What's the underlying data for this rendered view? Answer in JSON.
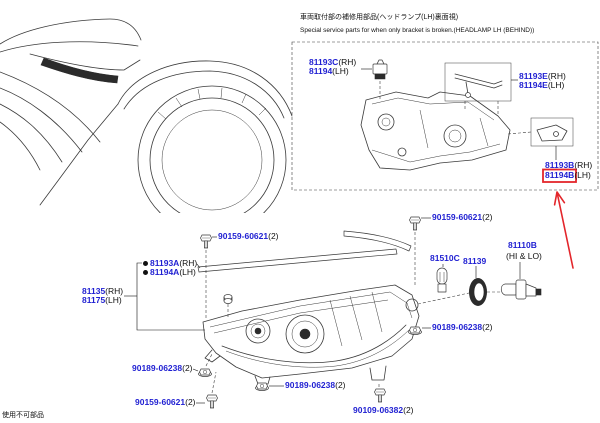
{
  "header": {
    "title_jp": "車両取付部の補修用部品(ヘッドランプ(LH)裏面視)",
    "title_en": "Special service parts for when only bracket is broken.(HEADLAMP LH (BEHIND))"
  },
  "callouts": [
    {
      "code": "81193C",
      "suffix": "(RH)"
    },
    {
      "code": "81194",
      "suffix": "(LH)"
    },
    {
      "code": "81193E",
      "suffix": "(RH)"
    },
    {
      "code": "81194E",
      "suffix": "(LH)"
    },
    {
      "code": "81193B",
      "suffix": "(RH)"
    },
    {
      "code": "81194B",
      "suffix": "(LH)",
      "highlighted": true
    },
    {
      "code": "90159-60621",
      "suffix": "(2)"
    },
    {
      "code": "90159-60621",
      "suffix": "(2)"
    },
    {
      "code": "81193A",
      "suffix": "(RH)",
      "unavailable": true
    },
    {
      "code": "81194A",
      "suffix": "(LH)",
      "unavailable": true
    },
    {
      "code": "81135",
      "suffix": "(RH)"
    },
    {
      "code": "81175",
      "suffix": "(LH)"
    },
    {
      "code": "81510C"
    },
    {
      "code": "81139"
    },
    {
      "code": "81110B",
      "note": "(HI & LO)"
    },
    {
      "code": "90189-06238",
      "suffix": "(2)"
    },
    {
      "code": "90189-06238",
      "suffix": "(2)"
    },
    {
      "code": "90189-06238",
      "suffix": "(2)"
    },
    {
      "code": "90159-60621",
      "suffix": "(2)"
    },
    {
      "code": "90109-06382",
      "suffix": "(2)"
    }
  ],
  "footer_note": "使用不可部品",
  "colors": {
    "part_code": "#1f1fd2",
    "text": "#111111",
    "line": "#3a3a3a",
    "highlight": "#e3262b"
  }
}
